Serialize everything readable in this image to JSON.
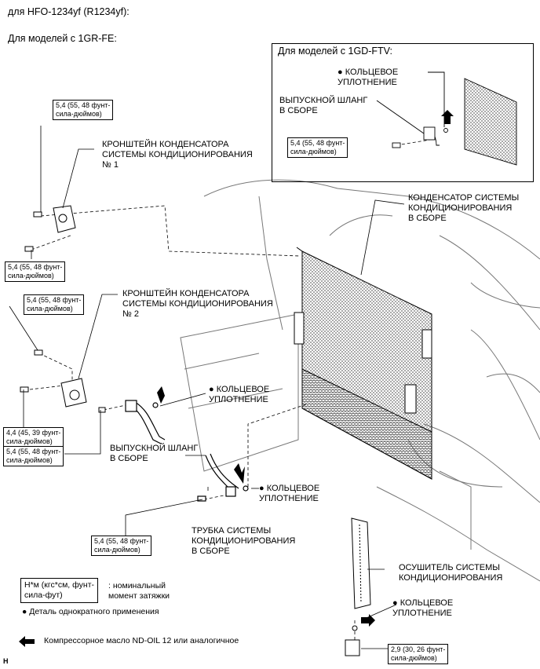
{
  "header": {
    "refrigerant": "для HFO-1234yf (R1234yf):",
    "models_main": "Для моделей с 1GR-FE:"
  },
  "inset": {
    "title": "Для моделей с 1GD-FTV:",
    "o_ring": "● КОЛЬЦЕВОЕ\nУПЛОТНЕНИЕ",
    "outlet_hose": "ВЫПУСКНОЙ ШЛАНГ\nВ СБОРЕ",
    "torque": "5,4 (55, 48 фунт-\nсила-дюймов)"
  },
  "labels": {
    "bracket1": "КРОНШТЕЙН КОНДЕНСАТОРА\nСИСТЕМЫ КОНДИЦИОНИРОВАНИЯ\n№ 1",
    "condenser": "КОНДЕНСАТОР СИСТЕМЫ\nКОНДИЦИОНИРОВАНИЯ\nВ СБОРЕ",
    "bracket2": "КРОНШТЕЙН КОНДЕНСАТОРА\nСИСТЕМЫ КОНДИЦИОНИРОВАНИЯ\n№ 2",
    "o_ring_1": "● КОЛЬЦЕВОЕ\nУПЛОТНЕНИЕ",
    "outlet_hose": "ВЫПУСКНОЙ ШЛАНГ\nВ СБОРЕ",
    "o_ring_2": "● КОЛЬЦЕВОЕ\nУПЛОТНЕНИЕ",
    "ac_tube": "ТРУБКА СИСТЕМЫ\nКОНДИЦИОНИРОВАНИЯ\nВ СБОРЕ",
    "dryer": "ОСУШИТЕЛЬ СИСТЕМЫ\nКОНДИЦИОНИРОВАНИЯ",
    "o_ring_3": "● КОЛЬЦЕВОЕ\nУПЛОТНЕНИЕ"
  },
  "torque_boxes": {
    "t1": "5,4 (55, 48 фунт-\nсила-дюймов)",
    "t2": "5,4 (55, 48 фунт-\nсила-дюймов)",
    "t3": "5,4 (55, 48 фунт-\nсила-дюймов)",
    "t4": "4,4 (45, 39 фунт-\nсила-дюймов)",
    "t5": "5,4 (55, 48 фунт-\nсила-дюймов)",
    "t6": "5,4 (55, 48 фунт-\nсила-дюймов)",
    "t7": "2,9 (30, 26 фунт-\nсила-дюймов)"
  },
  "legend": {
    "unit_box": "Н*м (кгс*см, фунт-\nсила-фут)",
    "unit_desc": ": номинальный\nмомент затяжки",
    "single_use": "● Деталь однократного применения",
    "oil": "Компрессорное масло ND-OIL 12 или аналогичное"
  },
  "corner_code": "H"
}
